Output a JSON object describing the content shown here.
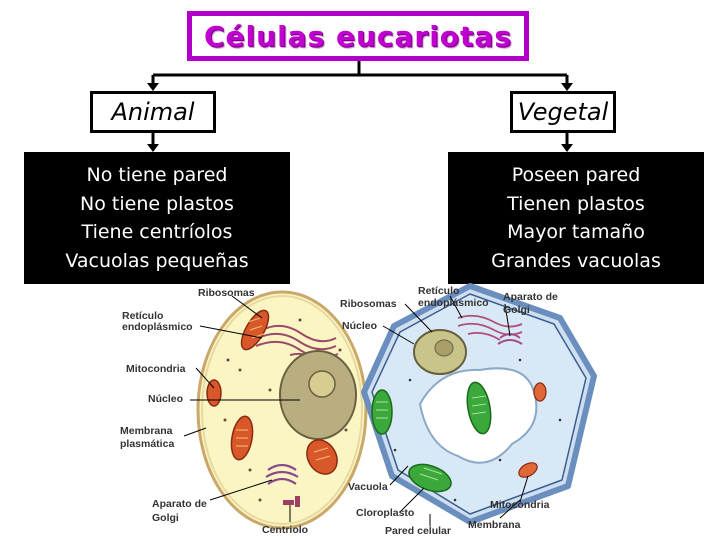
{
  "title": "Células eucariotas",
  "animal": {
    "heading": "Animal",
    "features": [
      "No tiene pared",
      "No tiene plastos",
      "Tiene centríolos",
      "Vacuolas pequeñas"
    ],
    "labels": {
      "ribosomas": "Ribosomas",
      "reticulo_1": "Retículo",
      "reticulo_2": "endoplásmico",
      "mitocondria": "Mitocondria",
      "nucleo": "Núcleo",
      "membrana_1": "Membrana",
      "membrana_2": "plasmática",
      "golgi_1": "Aparato de",
      "golgi_2": "Golgi",
      "centriolo": "Centriolo"
    }
  },
  "vegetal": {
    "heading": "Vegetal",
    "features": [
      "Poseen pared",
      "Tienen plastos",
      "Mayor tamaño",
      "Grandes vacuolas"
    ],
    "labels": {
      "reticulo_1": "Retículo",
      "reticulo_2": "endoplásmico",
      "ribosomas": "Ribosomas",
      "golgi_1": "Aparato de",
      "golgi_2": "Golgi",
      "nucleo": "Núcleo",
      "vacuola": "Vacuola",
      "cloroplasto": "Cloroplasto",
      "mitocondria": "Mitocondria",
      "membrana": "Membrana",
      "pared": "Pared celular"
    }
  },
  "colors": {
    "title_border": "#b000c8",
    "title_text": "#c000d0",
    "feature_box": "#000000",
    "animal_cytoplasm": "#fbf5c4",
    "nucleus": "#a8a070",
    "mitochondria": "#d8582a",
    "er": "#9a4a6a",
    "plant_cytoplasm": "#cfdff0",
    "chloroplast": "#3aa83a",
    "cell_wall": "#6a8fbf"
  }
}
